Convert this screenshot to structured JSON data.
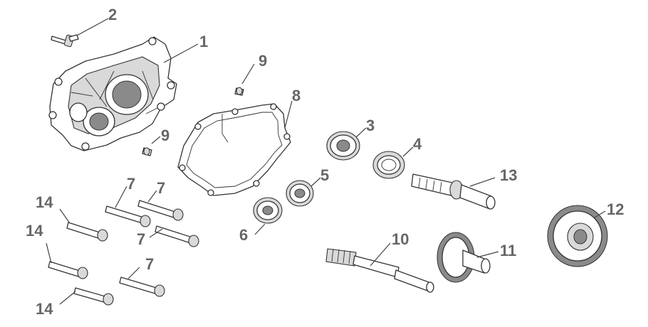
{
  "diagram": {
    "callouts": {
      "c1": "1",
      "c2": "2",
      "c3": "3",
      "c4": "4",
      "c5": "5",
      "c6": "6",
      "c7a": "7",
      "c7b": "7",
      "c7c": "7",
      "c7d": "7",
      "c8": "8",
      "c9a": "9",
      "c9b": "9",
      "c10": "10",
      "c11": "11",
      "c12": "12",
      "c13": "13",
      "c14a": "14",
      "c14b": "14",
      "c14c": "14"
    }
  }
}
